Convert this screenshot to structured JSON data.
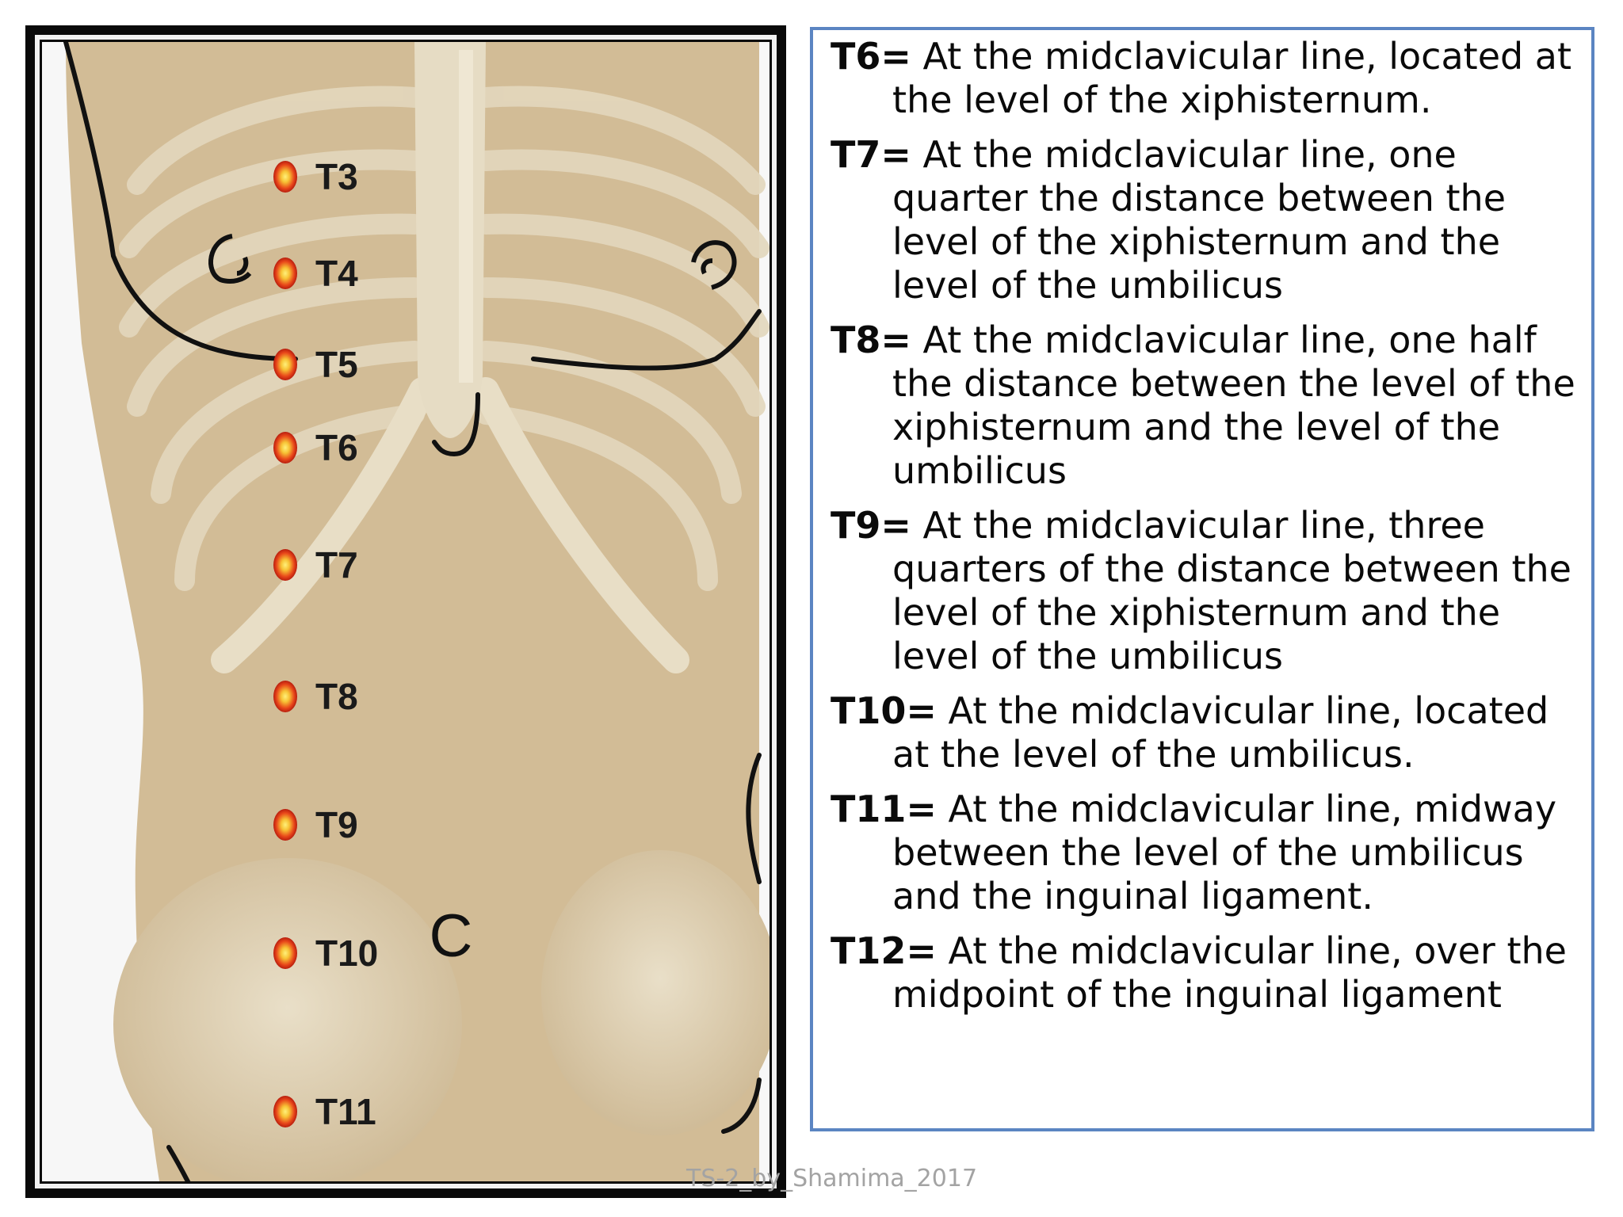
{
  "figure": {
    "markers": [
      {
        "label": "T3"
      },
      {
        "label": "T4"
      },
      {
        "label": "T5"
      },
      {
        "label": "T6"
      },
      {
        "label": "T7"
      },
      {
        "label": "T8"
      },
      {
        "label": "T9"
      },
      {
        "label": "T10"
      },
      {
        "label": "T11"
      }
    ],
    "umbilicus_glyph": "C",
    "colors": {
      "skin": "#d2bc96",
      "bone": "#e6dcc4",
      "outline": "#111111",
      "marker_core": "#f7c235",
      "marker_edge": "#d8230e"
    }
  },
  "definitions": [
    {
      "level": "T6=",
      "text": " At the midclavicular line, located at the level of the xiphisternum."
    },
    {
      "level": "T7=",
      "text": " At the midclavicular line, one quarter the distance between the level of the xiphisternum and the level of the umbilicus"
    },
    {
      "level": "T8=",
      "text": " At the midclavicular line, one half the distance between the level of the xiphisternum and the level of the umbilicus"
    },
    {
      "level": "T9=",
      "text": " At the midclavicular line, three quarters of the distance between the level of the xiphisternum and the level of the umbilicus"
    },
    {
      "level": "T10=",
      "text": " At the midclavicular line, located at the level of the umbilicus."
    },
    {
      "level": "T11=",
      "text": " At the midclavicular line, midway between the level of the umbilicus and the inguinal ligament."
    },
    {
      "level": "T12=",
      "text": " At the midclavicular line, over the midpoint of the inguinal ligament"
    }
  ],
  "footer": "TS-2_by_Shamima_2017",
  "colors": {
    "text_box_border": "#5b85c2",
    "footer_text": "#a3a3a3"
  }
}
